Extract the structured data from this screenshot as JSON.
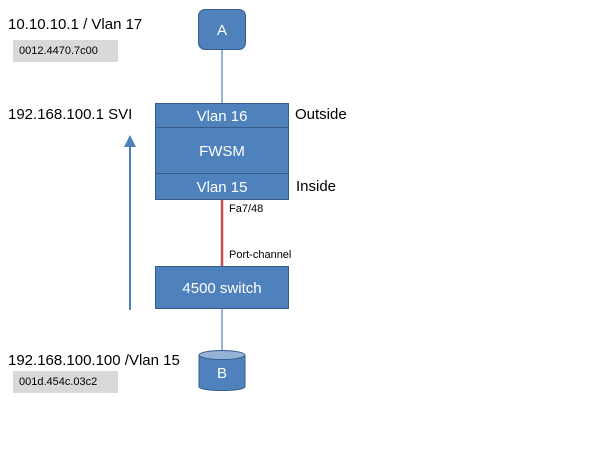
{
  "host_a": {
    "label": "A",
    "ip_vlan": "10.10.10.1  / Vlan 17",
    "mac": "0012.4470.7c00"
  },
  "fwsm": {
    "svi_label": "192.168.100.1  SVI",
    "outside_vlan": "Vlan 16",
    "name": "FWSM",
    "inside_vlan": "Vlan 15",
    "outside_label": "Outside",
    "inside_label": "Inside",
    "port_label": "Fa7/48"
  },
  "link": {
    "label": "Port-channel",
    "color": "#c0504d"
  },
  "switch": {
    "label": "4500 switch"
  },
  "host_b": {
    "label": "B",
    "ip_vlan": "192.168.100.100 /Vlan 15",
    "mac": "001d.454c.03c2"
  },
  "colors": {
    "box_fill": "#4f81bd",
    "box_border": "#385d8a",
    "line": "#4f81bd",
    "mac_bg": "#d9d9d9"
  }
}
